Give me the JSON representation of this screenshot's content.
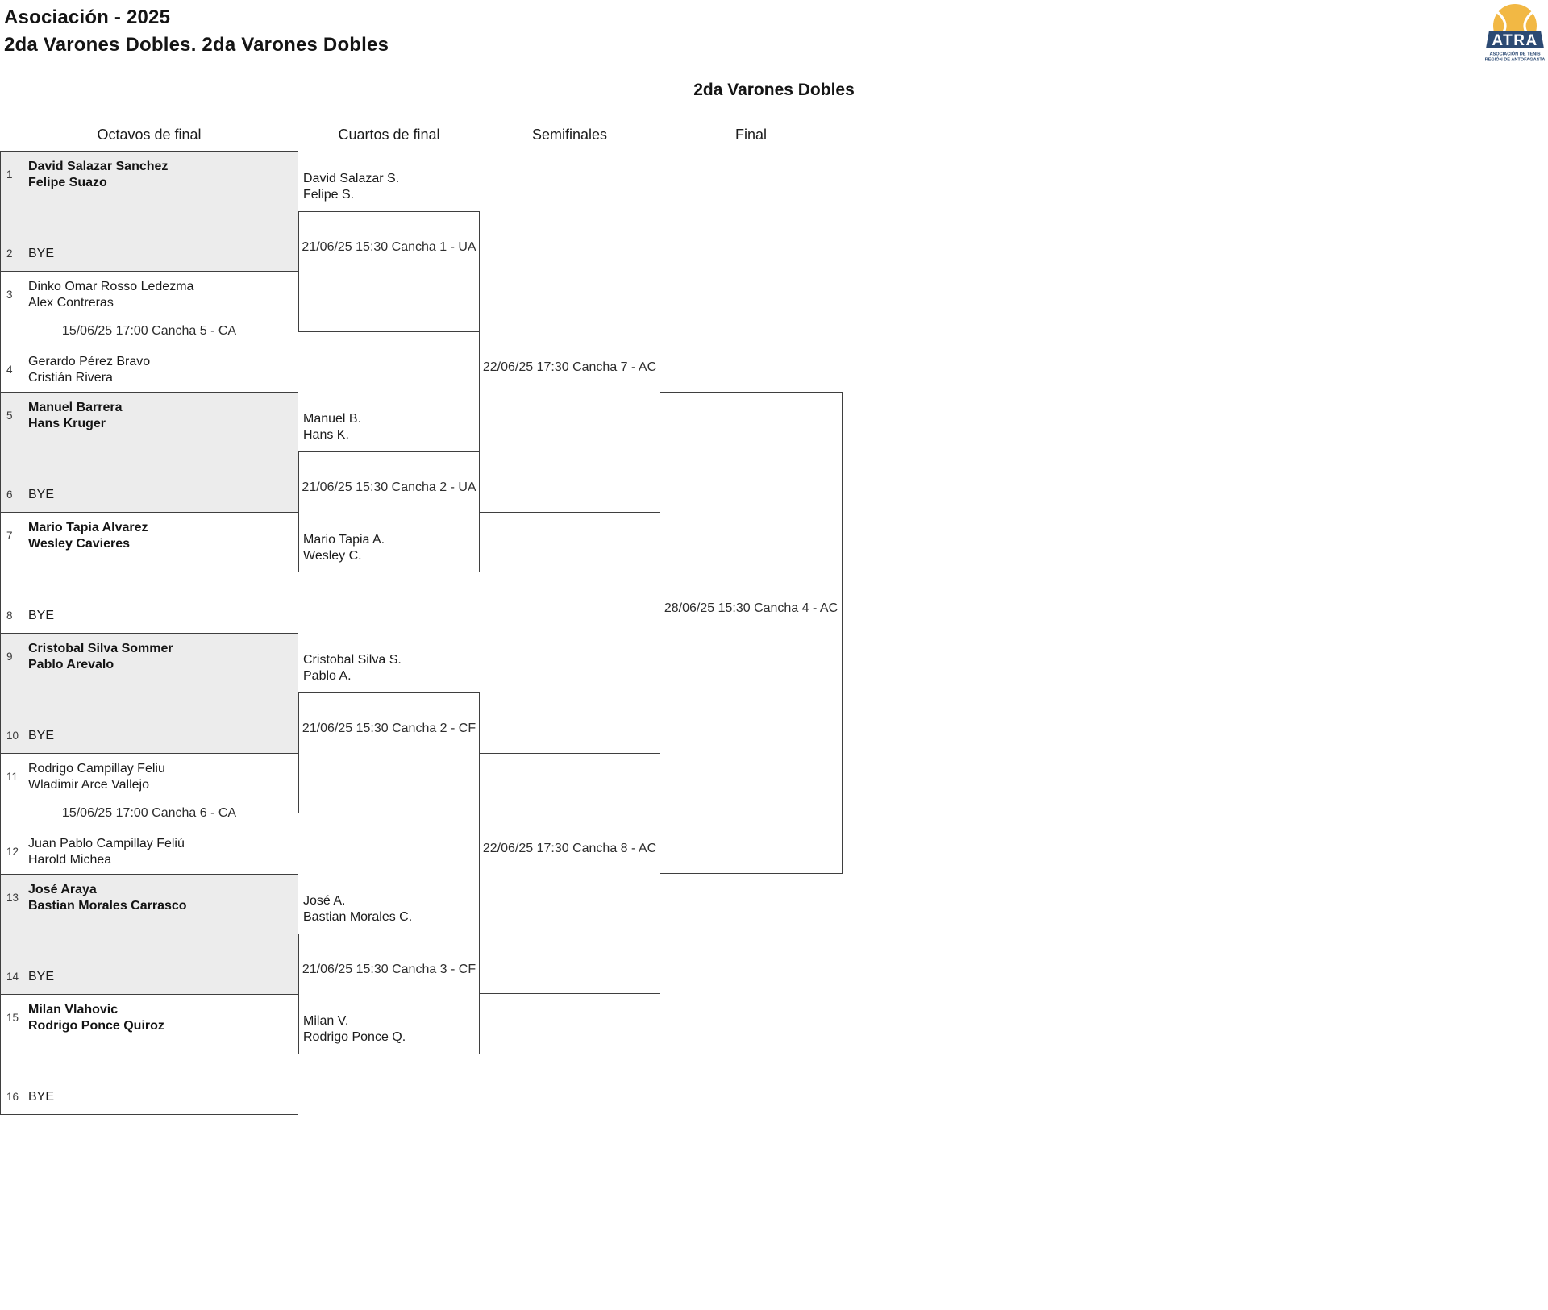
{
  "page": {
    "title": "Asociación - 2025",
    "subtitle": "2da Varones Dobles. 2da Varones Dobles",
    "bracket_title": "2da Varones Dobles"
  },
  "logo": {
    "acronym": "ATRA",
    "line1": "ASOCIACIÓN DE TENIS",
    "line2": "REGIÓN DE ANTOFAGASTA",
    "ball_color": "#F2B844",
    "navy_color": "#2C4A73"
  },
  "colors": {
    "shaded_row": "#ececec",
    "border": "#3f3f3f",
    "background": "#ffffff"
  },
  "rounds": [
    {
      "label": "Octavos de final"
    },
    {
      "label": "Cuartos de final"
    },
    {
      "label": "Semifinales"
    },
    {
      "label": "Final"
    }
  ],
  "octavos": [
    {
      "shaded": true,
      "top": {
        "seed": "1",
        "names": [
          "David Salazar Sanchez",
          "Felipe Suazo"
        ]
      },
      "bottom": {
        "seed": "2",
        "names": [
          "BYE"
        ]
      }
    },
    {
      "shaded": false,
      "top": {
        "seed": "3",
        "names": [
          "Dinko Omar Rosso Ledezma",
          "Alex Contreras"
        ]
      },
      "bottom": {
        "seed": "4",
        "names": [
          "Gerardo Pérez Bravo",
          "Cristián Rivera"
        ]
      },
      "schedule": "15/06/25 17:00 Cancha 5 - CA"
    },
    {
      "shaded": true,
      "top": {
        "seed": "5",
        "names": [
          "Manuel Barrera",
          "Hans Kruger"
        ]
      },
      "bottom": {
        "seed": "6",
        "names": [
          "BYE"
        ]
      }
    },
    {
      "shaded": false,
      "top": {
        "seed": "7",
        "names": [
          "Mario Tapia Alvarez",
          "Wesley Cavieres"
        ]
      },
      "bottom": {
        "seed": "8",
        "names": [
          "BYE"
        ]
      }
    },
    {
      "shaded": true,
      "top": {
        "seed": "9",
        "names": [
          "Cristobal Silva Sommer",
          "Pablo Arevalo"
        ]
      },
      "bottom": {
        "seed": "10",
        "names": [
          "BYE"
        ]
      }
    },
    {
      "shaded": false,
      "top": {
        "seed": "11",
        "names": [
          "Rodrigo Campillay Feliu",
          "Wladimir Arce Vallejo"
        ]
      },
      "bottom": {
        "seed": "12",
        "names": [
          "Juan Pablo Campillay Feliú",
          "Harold Michea"
        ]
      },
      "schedule": "15/06/25 17:00 Cancha 6 - CA"
    },
    {
      "shaded": true,
      "top": {
        "seed": "13",
        "names": [
          "José Araya",
          "Bastian Morales Carrasco"
        ]
      },
      "bottom": {
        "seed": "14",
        "names": [
          "BYE"
        ]
      }
    },
    {
      "shaded": false,
      "top": {
        "seed": "15",
        "names": [
          "Milan Vlahovic",
          "Rodrigo Ponce Quiroz"
        ]
      },
      "bottom": {
        "seed": "16",
        "names": [
          "BYE"
        ]
      }
    }
  ],
  "cuartos": [
    {
      "top": [
        "David Salazar S.",
        "Felipe S."
      ],
      "schedule": "21/06/25 15:30 Cancha 1 - UA"
    },
    {
      "top": [
        "Manuel B.",
        "Hans K."
      ],
      "schedule": "21/06/25 15:30 Cancha 2 - UA",
      "bottom": [
        "Mario Tapia A.",
        "Wesley C."
      ]
    },
    {
      "top": [
        "Cristobal Silva S.",
        "Pablo A."
      ],
      "schedule": "21/06/25 15:30 Cancha 2 - CF"
    },
    {
      "top": [
        "José A.",
        "Bastian Morales C."
      ],
      "schedule": "21/06/25 15:30 Cancha 3 - CF",
      "bottom": [
        "Milan V.",
        "Rodrigo Ponce Q."
      ]
    }
  ],
  "semifinales": [
    {
      "schedule": "22/06/25 17:30 Cancha 7 - AC"
    },
    {
      "schedule": "22/06/25 17:30 Cancha 8 - AC"
    }
  ],
  "final": {
    "schedule": "28/06/25 15:30 Cancha 4 - AC"
  }
}
